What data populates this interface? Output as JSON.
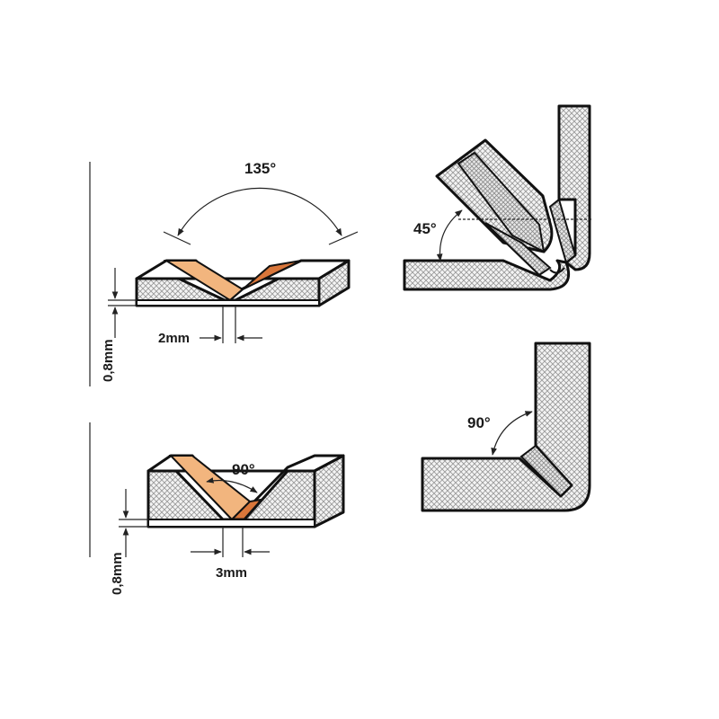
{
  "colors": {
    "outline": "#111111",
    "cutter_light": "#f2b57e",
    "cutter_dark": "#d9763a",
    "panel_fill": "#f4f4f4",
    "hatch": "#9a9a9a"
  },
  "labels": {
    "angle_135": "135°",
    "groove_width_2mm": "2mm",
    "depth_08_top": "0,8mm",
    "angle_45": "45°",
    "angle_90_cut": "90°",
    "groove_width_3mm": "3mm",
    "depth_08_bottom": "0,8mm",
    "angle_90_fold": "90°"
  }
}
